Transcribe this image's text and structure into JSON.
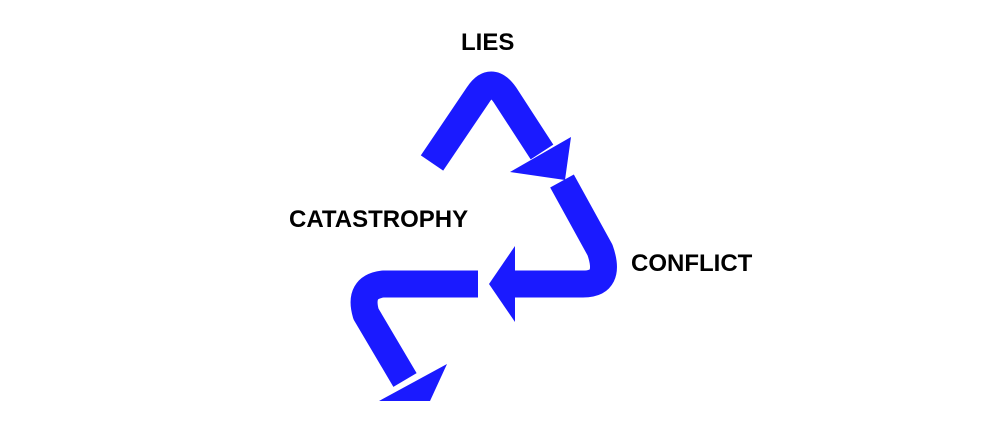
{
  "diagram": {
    "labels": {
      "lies": "LIES",
      "conflict": "CONFLICT",
      "catastrophy": "CATASTROPHY"
    },
    "colors": {
      "arrow": "#1a1aff",
      "text": "#000000",
      "background": "#ffffff"
    },
    "arrows": [
      {
        "from": "catastrophy",
        "to": "lies",
        "via": "lies",
        "icon": "curved-arrow-icon"
      },
      {
        "from": "lies",
        "to": "conflict",
        "via": "conflict",
        "icon": "curved-arrow-icon"
      },
      {
        "from": "conflict",
        "to": "catastrophy",
        "via": "catastrophy",
        "icon": "curved-arrow-icon"
      }
    ]
  }
}
